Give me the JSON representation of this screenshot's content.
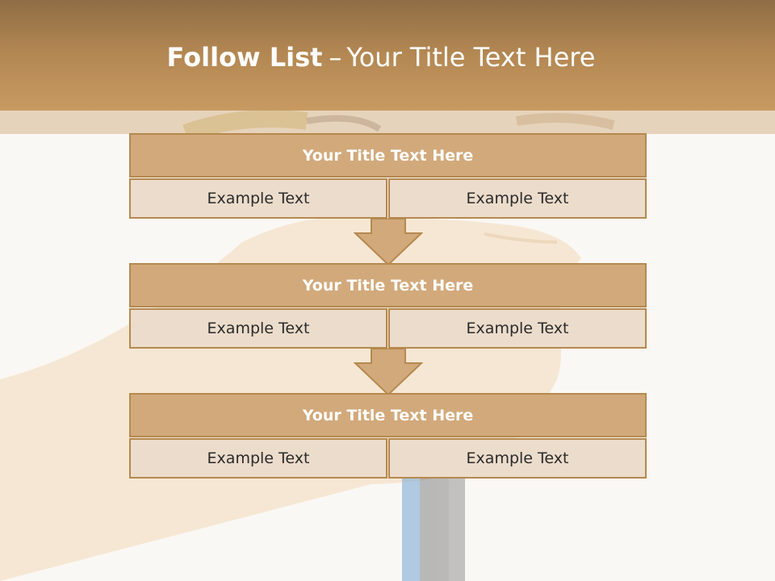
{
  "slide": {
    "title_bold": "Follow List",
    "title_separator": "–",
    "title_rest": "Your Title Text Here"
  },
  "blocks": [
    {
      "title": "Your Title Text Here",
      "cells": [
        "Example Text",
        "Example Text"
      ]
    },
    {
      "title": "Your Title Text Here",
      "cells": [
        "Example Text",
        "Example Text"
      ]
    },
    {
      "title": "Your Title Text Here",
      "cells": [
        "Example Text",
        "Example Text"
      ]
    }
  ],
  "colors": {
    "header": "#b48853",
    "block_title_fill": "#d2a97b",
    "cell_fill": "#ecdccb",
    "border": "#b5894f",
    "arrow_fill": "#d2a97b"
  },
  "icons": [
    "down-arrow-icon"
  ]
}
